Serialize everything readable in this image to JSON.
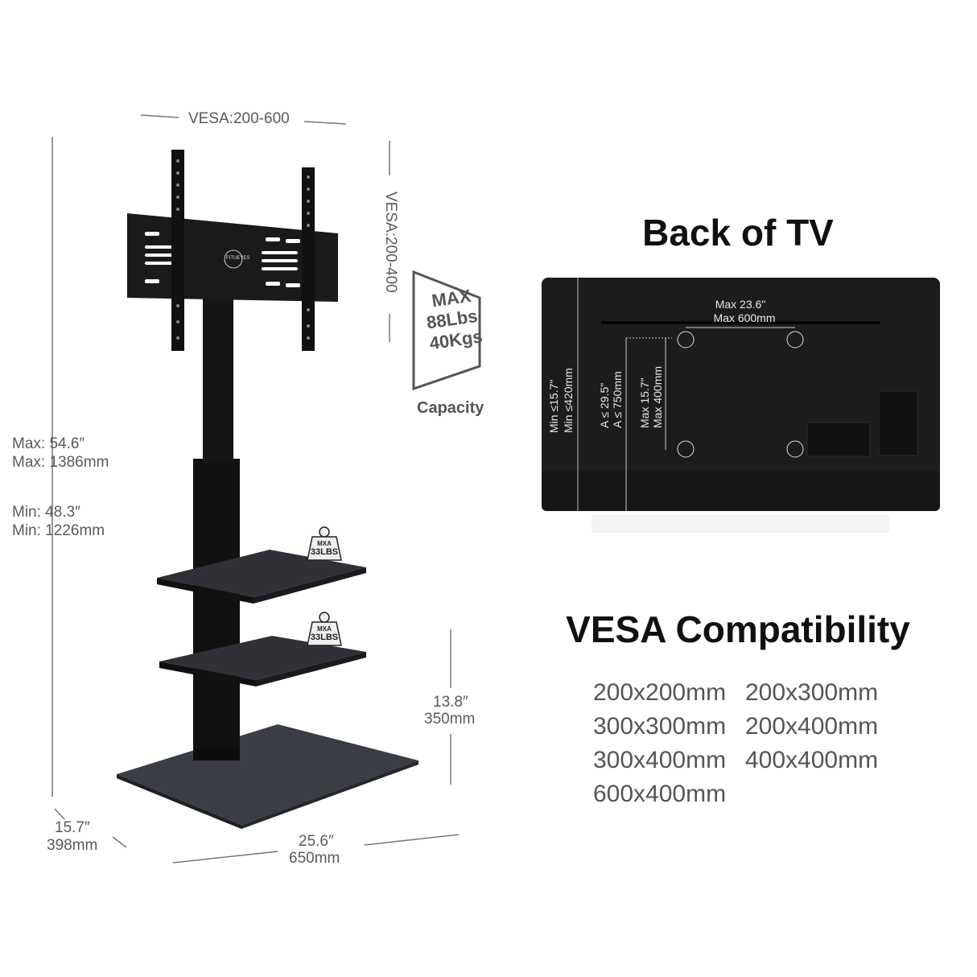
{
  "stand": {
    "brand_logo": "FITUEYES",
    "vesa_width": "VESA:200-600",
    "vesa_height": "VESA:200-400",
    "height_max_in": "Max: 54.6″",
    "height_max_mm": "Max: 1386mm",
    "height_min_in": "Min: 48.3″",
    "height_min_mm": "Min: 1226mm",
    "shelf_weight_top": {
      "line1": "MXA",
      "line2": "33LBS"
    },
    "shelf_weight_bottom": {
      "line1": "MXA",
      "line2": "33LBS"
    },
    "shelf_height_in": "13.8″",
    "shelf_height_mm": "350mm",
    "depth_in": "15.7″",
    "depth_mm": "398mm",
    "width_in": "25.6″",
    "width_mm": "650mm"
  },
  "capacity": {
    "line1": "MAX",
    "line2": "88Lbs",
    "line3": "40Kgs",
    "label": "Capacity"
  },
  "back_of_tv": {
    "title": "Back of TV",
    "horizontal_in": "Max 23.6\"",
    "horizontal_mm": "Max 600mm",
    "vertical_in": "Max 15.7\"",
    "vertical_mm": "Max 400mm",
    "a_in": "A ≤ 29.5\"",
    "a_mm": "A ≤ 750mm",
    "min_in": "Min ≤15.7\"",
    "min_mm": "Min ≤420mm"
  },
  "vesa_compatibility": {
    "title": "VESA Compatibility",
    "sizes": [
      "200x200mm",
      "200x300mm",
      "300x300mm",
      "200x400mm",
      "300x400mm",
      "400x400mm",
      "600x400mm"
    ]
  },
  "colors": {
    "stand": "#1a1a1a",
    "base": "#3a3d44",
    "text": "#555555",
    "title": "#111111"
  }
}
